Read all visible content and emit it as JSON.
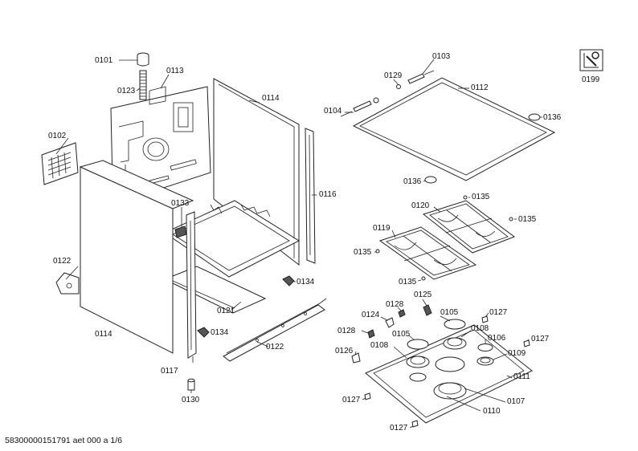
{
  "footer": "58300000151791 aet 000 a 1/6",
  "labels": {
    "l0101": "0101",
    "l0113": "0113",
    "l0123": "0123",
    "l0102": "0102",
    "l0114a": "0114",
    "l0114b": "0114",
    "l0116": "0116",
    "l0133": "0133",
    "l0122a": "0122",
    "l0122b": "0122",
    "l0121": "0121",
    "l0134a": "0134",
    "l0134b": "0134",
    "l0117": "0117",
    "l0130": "0130",
    "l0103": "0103",
    "l0129": "0129",
    "l0112": "0112",
    "l0104": "0104",
    "l0136a": "0136",
    "l0136b": "0136",
    "l0199": "0199",
    "l0120": "0120",
    "l0135a": "0135",
    "l0135b": "0135",
    "l0119": "0119",
    "l0135c": "0135",
    "l0135d": "0135",
    "l0125": "0125",
    "l0128a": "0128",
    "l0124": "0124",
    "l0105a": "0105",
    "l0127a": "0127",
    "l0108a": "0108",
    "l0106": "0106",
    "l0128b": "0128",
    "l0105b": "0105",
    "l0127b": "0127",
    "l0108b": "0108",
    "l0109": "0109",
    "l0126": "0126",
    "l0111": "0111",
    "l0127c": "0127",
    "l0107": "0107",
    "l0110": "0110",
    "l0127d": "0127"
  }
}
